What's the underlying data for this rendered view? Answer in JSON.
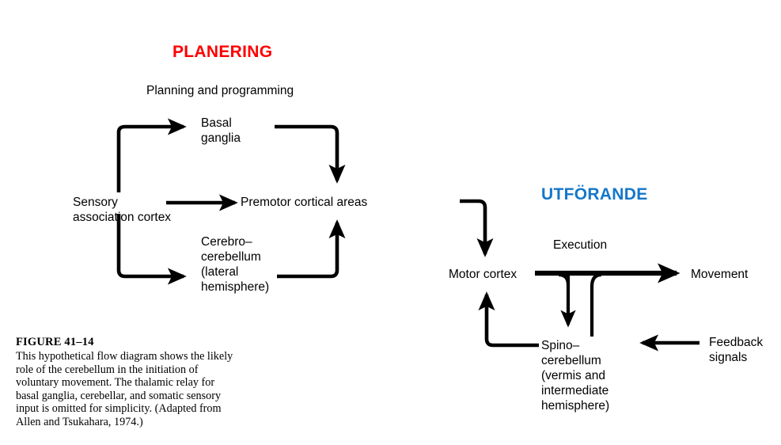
{
  "headings": {
    "planning": {
      "text": "PLANERING",
      "color": "#fe0000"
    },
    "execution": {
      "text": "UTFÖRANDE",
      "color": "#1577c9"
    }
  },
  "section_labels": {
    "planning_subtitle": "Planning and programming",
    "execution_subtitle": "Execution"
  },
  "nodes": {
    "sensory": "Sensory\nassociation cortex",
    "basal_ganglia": "Basal\nganglia",
    "cerebro_cerebellum": "Cerebro–\ncerebellum\n(lateral\nhemisphere)",
    "premotor": "Premotor cortical areas",
    "motor_cortex": "Motor cortex",
    "spino_cerebellum": "Spino–\ncerebellum\n(vermis and\nintermediate\nhemisphere)",
    "movement": "Movement",
    "feedback": "Feedback\nsignals"
  },
  "caption": {
    "title": "FIGURE  41–14",
    "body": "This hypothetical flow diagram shows the likely role of the cerebellum in the initiation of voluntary movement. The thalamic relay for basal ganglia, cerebellar, and somatic sensory input is omitted for simplicity. (Adapted from Allen and Tsukahara, 1974.)"
  },
  "chart_data": {
    "type": "diagram",
    "title": "Hypothetical flow diagram of cerebellar role in voluntary movement",
    "stroke_color": "#000000",
    "background": "#ffffff",
    "groups": [
      {
        "name": "PLANERING",
        "color": "#fe0000",
        "members": [
          "Sensory association cortex",
          "Basal ganglia",
          "Cerebro-cerebellum (lateral hemisphere)",
          "Premotor cortical areas"
        ]
      },
      {
        "name": "UTFÖRANDE",
        "color": "#1577c9",
        "members": [
          "Motor cortex",
          "Spino-cerebellum (vermis and intermediate hemisphere)",
          "Movement",
          "Feedback signals"
        ]
      }
    ],
    "edges": [
      {
        "from": "Sensory association cortex",
        "to": "Basal ganglia",
        "arrow": true
      },
      {
        "from": "Sensory association cortex",
        "to": "Premotor cortical areas",
        "arrow": true
      },
      {
        "from": "Sensory association cortex",
        "to": "Cerebro-cerebellum (lateral hemisphere)",
        "arrow": true
      },
      {
        "from": "Basal ganglia",
        "to": "Premotor cortical areas",
        "arrow": true
      },
      {
        "from": "Cerebro-cerebellum (lateral hemisphere)",
        "to": "Premotor cortical areas",
        "arrow": true
      },
      {
        "from": "Premotor cortical areas",
        "to": "Motor cortex",
        "arrow": true
      },
      {
        "from": "Motor cortex",
        "to": "Movement",
        "arrow": true
      },
      {
        "from": "Motor cortex",
        "to": "Spino-cerebellum (vermis and intermediate hemisphere)",
        "arrow": true
      },
      {
        "from": "Spino-cerebellum (vermis and intermediate hemisphere)",
        "to": "Movement pathway",
        "arrow": false
      },
      {
        "from": "Spino-cerebellum (vermis and intermediate hemisphere)",
        "to": "Motor cortex",
        "arrow": true
      },
      {
        "from": "Feedback signals",
        "to": "Spino-cerebellum (vermis and intermediate hemisphere)",
        "arrow": true
      }
    ]
  }
}
